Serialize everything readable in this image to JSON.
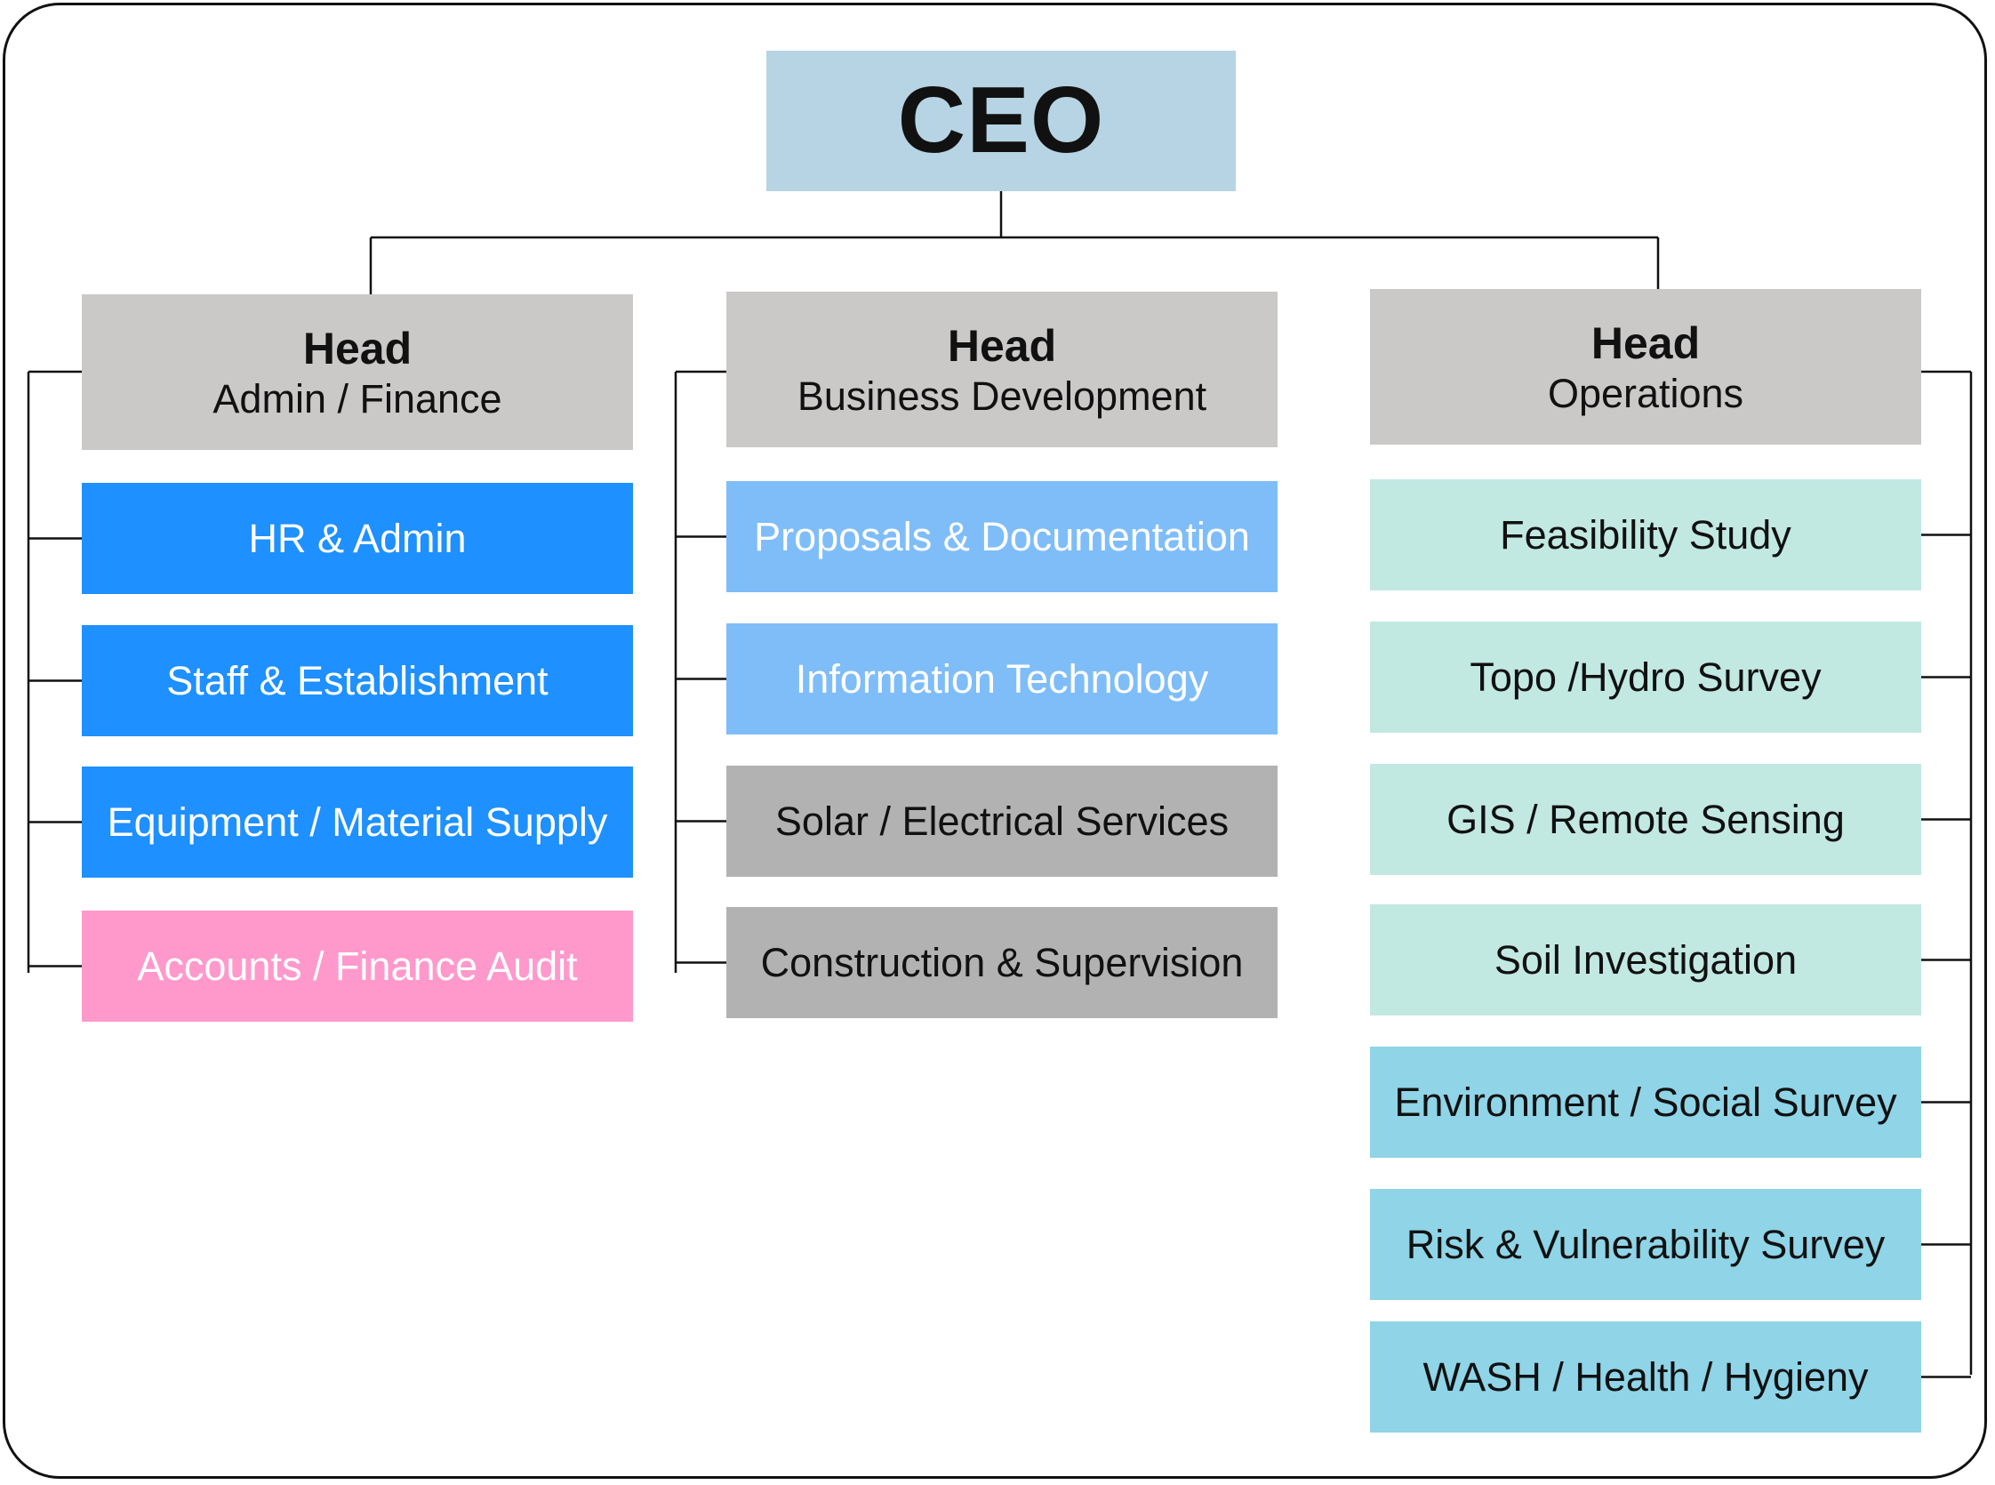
{
  "colors": {
    "ceo": "#b6d4e4",
    "head": "#cbc8c8",
    "blue": "#1e90ff",
    "light_blue": "#7fbdf9",
    "pink": "#ff99cc",
    "gray": "#b2b2b2",
    "mint": "#c2e8e2",
    "sky": "#8fd4e7",
    "line": "#111111"
  },
  "ceo": {
    "label": "CEO"
  },
  "departments": [
    {
      "title": "Head",
      "subtitle": "Admin / Finance",
      "units": [
        {
          "label": "HR & Admin",
          "color": "#1e90ff",
          "text_color": "#ffffff"
        },
        {
          "label": "Staff & Establishment",
          "color": "#1e90ff",
          "text_color": "#ffffff"
        },
        {
          "label": "Equipment / Material Supply",
          "color": "#1e90ff",
          "text_color": "#ffffff"
        },
        {
          "label": "Accounts / Finance Audit",
          "color": "#ff99cc",
          "text_color": "#ffffff"
        }
      ]
    },
    {
      "title": "Head",
      "subtitle": "Business Development",
      "units": [
        {
          "label": "Proposals & Documentation",
          "color": "#7fbdf9",
          "text_color": "#ffffff"
        },
        {
          "label": "Information Technology",
          "color": "#7fbdf9",
          "text_color": "#ffffff"
        },
        {
          "label": "Solar / Electrical Services",
          "color": "#b2b2b2",
          "text_color": "#111111"
        },
        {
          "label": "Construction & Supervision",
          "color": "#b2b2b2",
          "text_color": "#111111"
        }
      ]
    },
    {
      "title": "Head",
      "subtitle": "Operations",
      "units": [
        {
          "label": "Feasibility Study",
          "color": "#c2e8e2",
          "text_color": "#111111"
        },
        {
          "label": "Topo /Hydro Survey",
          "color": "#c2e8e2",
          "text_color": "#111111"
        },
        {
          "label": "GIS / Remote Sensing",
          "color": "#c2e8e2",
          "text_color": "#111111"
        },
        {
          "label": "Soil Investigation",
          "color": "#c2e8e2",
          "text_color": "#111111"
        },
        {
          "label": "Environment / Social Survey",
          "color": "#8fd4e7",
          "text_color": "#111111"
        },
        {
          "label": "Risk & Vulnerability Survey",
          "color": "#8fd4e7",
          "text_color": "#111111"
        },
        {
          "label": "WASH / Health / Hygieny",
          "color": "#8fd4e7",
          "text_color": "#111111"
        }
      ]
    }
  ]
}
